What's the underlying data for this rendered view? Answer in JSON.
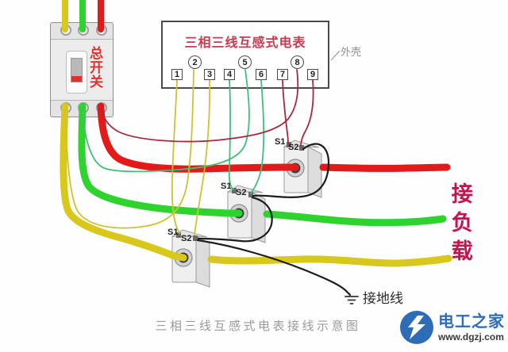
{
  "breaker": {
    "label": "总开关"
  },
  "meter": {
    "title": "三相三线互感式电表",
    "casing_label": "外壳",
    "terminals": [
      "1",
      "2",
      "3",
      "4",
      "5",
      "6",
      "7",
      "8",
      "9"
    ]
  },
  "transformers": [
    {
      "s1": "S1",
      "s2": "S2"
    },
    {
      "s1": "S1",
      "s2": "S2"
    },
    {
      "s1": "S1",
      "s2": "S2"
    }
  ],
  "labels": {
    "load": "接负载",
    "ground": "接地线",
    "caption": "三相三线互感式电表接线示意图"
  },
  "logo": {
    "name": "电工之家",
    "site": "www.dgzj.com"
  },
  "colors": {
    "wire-yellow": "#d9c81c",
    "wire-green": "#2ed32e",
    "wire-red": "#e31a1a",
    "sense-yellow": "#cfc232",
    "sense-green": "#3fbf77",
    "sense-red": "#a8293f",
    "wire-black": "#1c1c1c",
    "title-red": "#c93a52",
    "breaker-red": "#e03030",
    "load-red": "#c2154e",
    "text-gray": "#9a9a9a",
    "logo-blue": "#2e6cb6"
  }
}
